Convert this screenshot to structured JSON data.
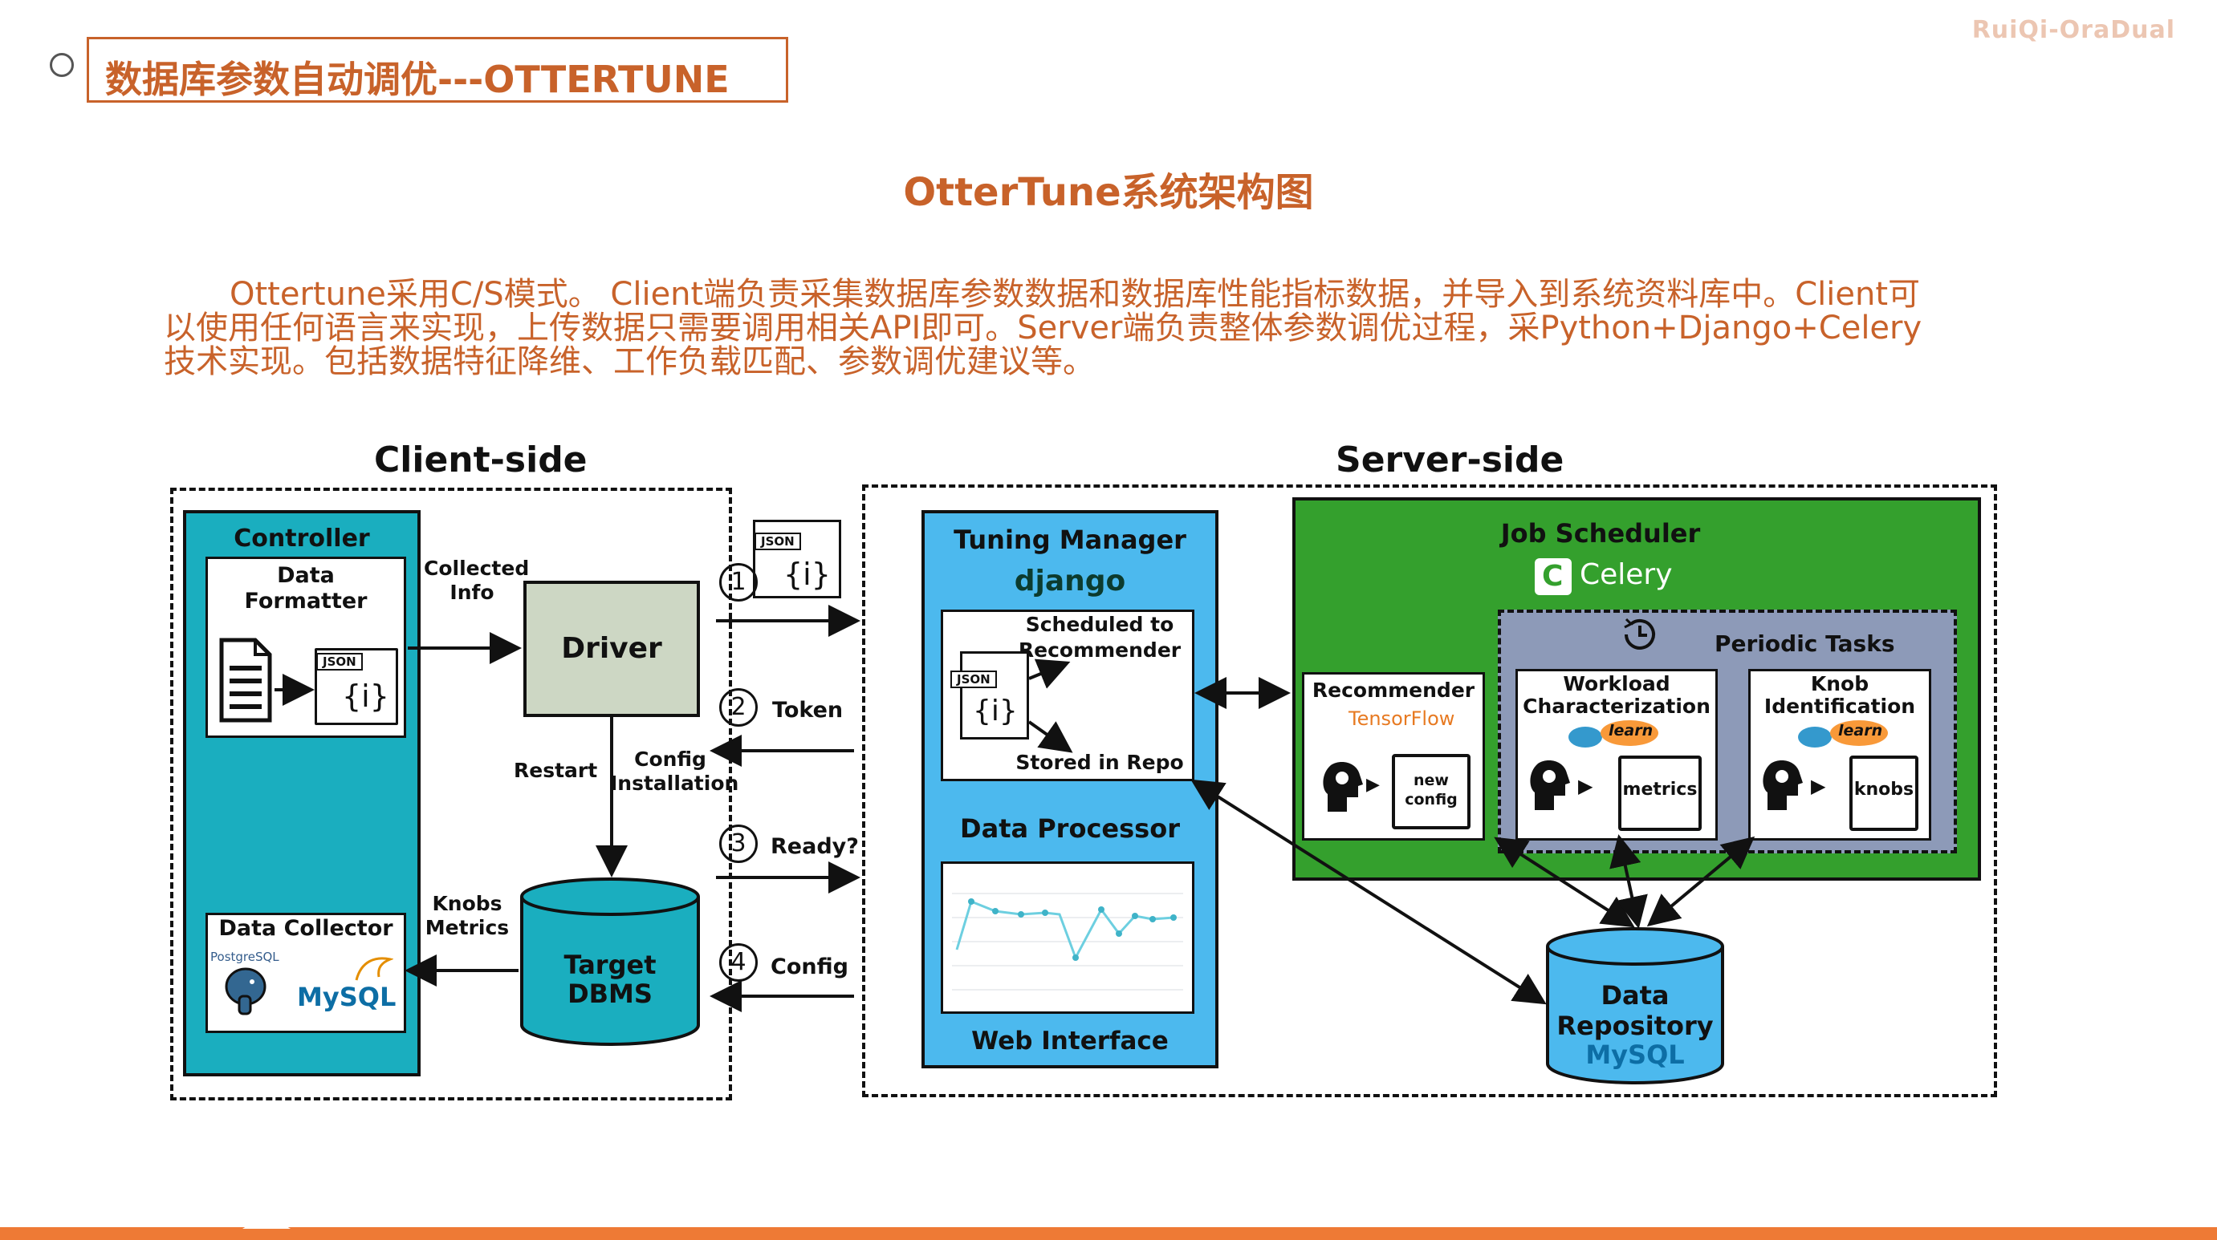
{
  "header": {
    "title": "数据库参数自动调优---OTTERTUNE",
    "watermark": "RuiQi-OraDual"
  },
  "subtitle": "OtterTune系统架构图",
  "paragraph": {
    "line1": "Ottertune采用C/S模式。 Client端负责采集数据库参数数据和数据库性能指标数据，并导入到系统资料库中。Client可",
    "line2": "以使用任何语言来实现，上传数据只需要调用相关API即可。Server端负责整体参数调优过程，采Python+Django+Celery",
    "line3": "技术实现。包括数据特征降维、工作负载匹配、参数调优建议等。"
  },
  "diagram": {
    "client_side": "Client-side",
    "server_side": "Server-side",
    "controller": "Controller",
    "data_formatter_l1": "Data",
    "data_formatter_l2": "Formatter",
    "json_tag": "JSON",
    "json_body": "{i}",
    "collected_l1": "Collected",
    "collected_l2": "Info",
    "driver": "Driver",
    "restart": "Restart",
    "config_install_l1": "Config",
    "config_install_l2": "Installation",
    "knobs_metrics_l1": "Knobs",
    "knobs_metrics_l2": "Metrics",
    "data_collector": "Data Collector",
    "postgresql": "PostgreSQL",
    "mysql": "MySQL",
    "target_l1": "Target",
    "target_l2": "DBMS",
    "step1_num": "1",
    "step2_num": "2",
    "step2_label": "Token",
    "step3_num": "3",
    "step3_label": "Ready?",
    "step4_num": "4",
    "step4_label": "Config",
    "tuning_manager": "Tuning Manager",
    "django": "django",
    "scheduled_l1": "Scheduled to",
    "scheduled_l2": "Recommender",
    "stored_in_repo": "Stored in Repo",
    "data_processor": "Data Processor",
    "web_interface": "Web Interface",
    "job_scheduler": "Job Scheduler",
    "celery": "Celery",
    "periodic_tasks": "Periodic Tasks",
    "recommender": "Recommender",
    "tensorflow": "TensorFlow",
    "new_config_l1": "new",
    "new_config_l2": "config",
    "workload_l1": "Workload",
    "workload_l2": "Characterization",
    "learn": "learn",
    "metrics": "metrics",
    "knob_l1": "Knob",
    "knob_l2": "Identification",
    "knobs": "knobs",
    "repo_l1": "Data",
    "repo_l2": "Repository",
    "repo_mysql": "MySQL"
  },
  "colors": {
    "accent": "#c8622a",
    "teal": "#1aaebf",
    "blue": "#4cb9ee",
    "green": "#34a02d",
    "grey_purple": "#8d9ab8",
    "driver": "#cdd7c4",
    "bottom_bar": "#ee7a35"
  }
}
